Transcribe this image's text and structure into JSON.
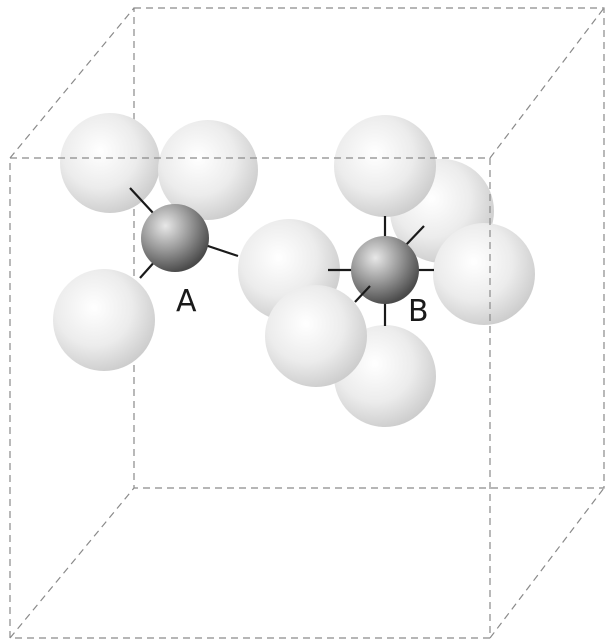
{
  "labels": {
    "site_a": "A",
    "site_b": "B"
  },
  "colors": {
    "background": "#ffffff",
    "cube_edge": "#8a8a8a",
    "host_atom_light": "#ffffff",
    "host_atom_dark": "#c9c9c9",
    "interstitial_light": "#e8e8e8",
    "interstitial_dark": "#4a4a4a",
    "bond": "#1a1a1a"
  },
  "structure": {
    "site_a_coordination": 4,
    "site_b_coordination": 6
  }
}
